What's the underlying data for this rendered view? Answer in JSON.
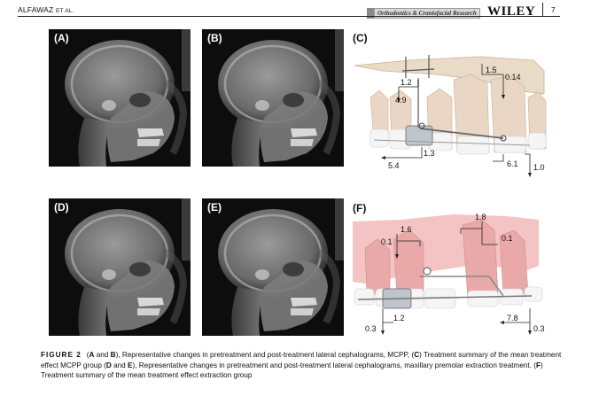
{
  "header": {
    "author": "ALFAWAZ",
    "author_suffix": "ET AL.",
    "journal": "Orthodontics & Craniofacial Research",
    "publisher": "WILEY",
    "page": "7"
  },
  "panels": {
    "a": "(A)",
    "b": "(B)",
    "c": "(C)",
    "d": "(D)",
    "e": "(E)",
    "f": "(F)"
  },
  "diagram_c": {
    "v_1_2": "1.2",
    "v_4_9": "4.9",
    "v_1_5": "1.5",
    "v_0_14": "0.14",
    "v_1_3": "1.3",
    "v_5_4": "5.4",
    "v_6_1": "6.1",
    "v_1_0": "1.0"
  },
  "diagram_f": {
    "v_1_6": "1.6",
    "v_0_1a": "0.1",
    "v_1_8": "1.8",
    "v_0_1b": "0.1",
    "v_0_3a": "0.3",
    "v_1_2": "1.2",
    "v_7_8": "7.8",
    "v_0_3b": "0.3"
  },
  "caption": {
    "label": "FIGURE 2",
    "p1": "(",
    "b1": "A",
    "p2": " and ",
    "b2": "B",
    "p3": "), Representative changes in pretreatment and post-treatment lateral cephalograms, MCPP, (",
    "b3": "C",
    "p4": ") Treatment summary of the mean treatment effect MCPP group (",
    "b4": "D",
    "p5": " and ",
    "b5": "E",
    "p6": "), Representative changes in pretreatment and post-treatment lateral cephalograms, maxillary premolar extraction treatment. (",
    "b6": "F",
    "p7": ") Treatment summary of the mean treatment effect extraction group"
  }
}
